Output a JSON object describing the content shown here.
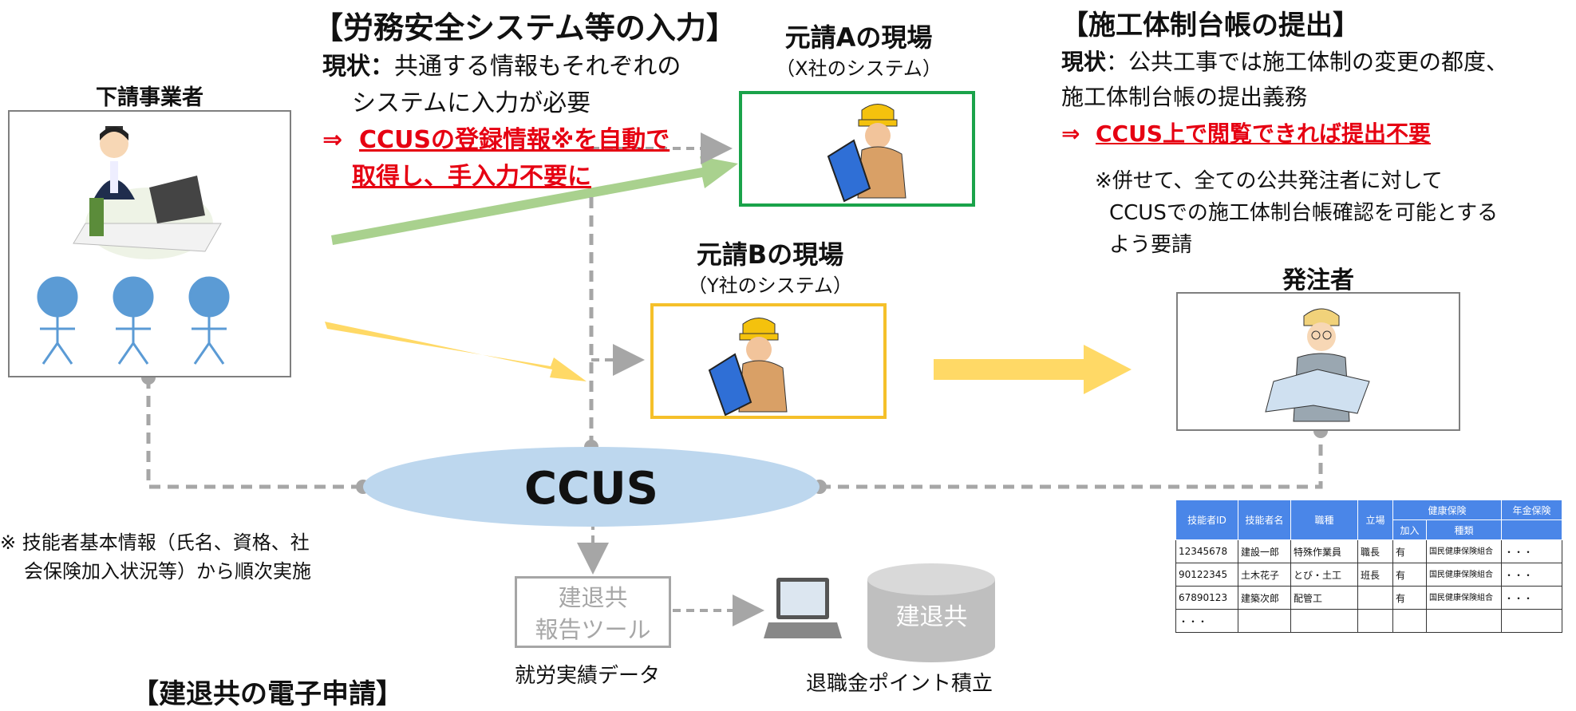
{
  "labor": {
    "heading": "【労務安全システム等の入力】",
    "status_label": "現状：",
    "status_text": "共通する情報もそれぞれの",
    "status_text2": "システムに入力が必要",
    "arrow": "⇒",
    "proposal_line1": "CCUSの登録情報※を自動で",
    "proposal_line2": "取得し、手入力不要に"
  },
  "contractor_a": {
    "title": "元請Aの現場",
    "subtitle": "（X社のシステム）"
  },
  "contractor_b": {
    "title": "元請Bの現場",
    "subtitle": "（Y社のシステム）"
  },
  "construction": {
    "heading": "【施工体制台帳の提出】",
    "status_label": "現状",
    "status_text": "：公共工事では施工体制の変更の都度、",
    "status_text2": "施工体制台帳の提出義務",
    "arrow": "⇒",
    "proposal": "CCUS上で閲覧できれば提出不要",
    "note_line1": "※併せて、全ての公共発注者に対して",
    "note_line2": "CCUSでの施工体制台帳確認を可能とする",
    "note_line3": "よう要請"
  },
  "subcontractor": {
    "title": "下請事業者"
  },
  "client": {
    "title": "発注者"
  },
  "ccus": {
    "label": "CCUS"
  },
  "footnote": {
    "line1": "※ 技能者基本情報（氏名、資格、社",
    "line2": "会保険加入状況等）から順次実施"
  },
  "kentaikyo_tool": {
    "line1": "建退共",
    "line2": "報告ツール"
  },
  "kentaikyo_db": {
    "label": "建退共"
  },
  "work_data": {
    "label": "就労実績データ"
  },
  "retirement": {
    "label": "退職金ポイント積立"
  },
  "kentaikyo_heading": {
    "label": "【建退共の電子申請】"
  },
  "ledger": {
    "headers": [
      "技能者ID",
      "技能者名",
      "職種",
      "立場",
      "健康保険",
      "年金保険"
    ],
    "subheaders": [
      "加入",
      "種類"
    ],
    "rows": [
      [
        "12345678",
        "建設一郎",
        "特殊作業員",
        "職長",
        "有",
        "国民健康保険組合",
        "・・・"
      ],
      [
        "90122345",
        "土木花子",
        "とび・土工",
        "班長",
        "有",
        "国民健康保険組合",
        "・・・"
      ],
      [
        "67890123",
        "建築次郎",
        "配管工",
        "",
        "有",
        "国民健康保険組合",
        "・・・"
      ],
      [
        "・・・",
        "",
        "",
        "",
        "",
        "",
        ""
      ]
    ]
  },
  "colors": {
    "accent_red": "#e60012",
    "green_box": "#1aa34a",
    "yellow_box": "#f5c02a",
    "ccus_fill": "#bdd7ee",
    "person_blue": "#5b9bd5",
    "dash_gray": "#a6a6a6"
  },
  "icons": [
    "worker-tablet-icon",
    "office-worker-icon",
    "stick-person-icon",
    "engineer-blueprint-icon",
    "laptop-icon",
    "database-cylinder-icon"
  ]
}
